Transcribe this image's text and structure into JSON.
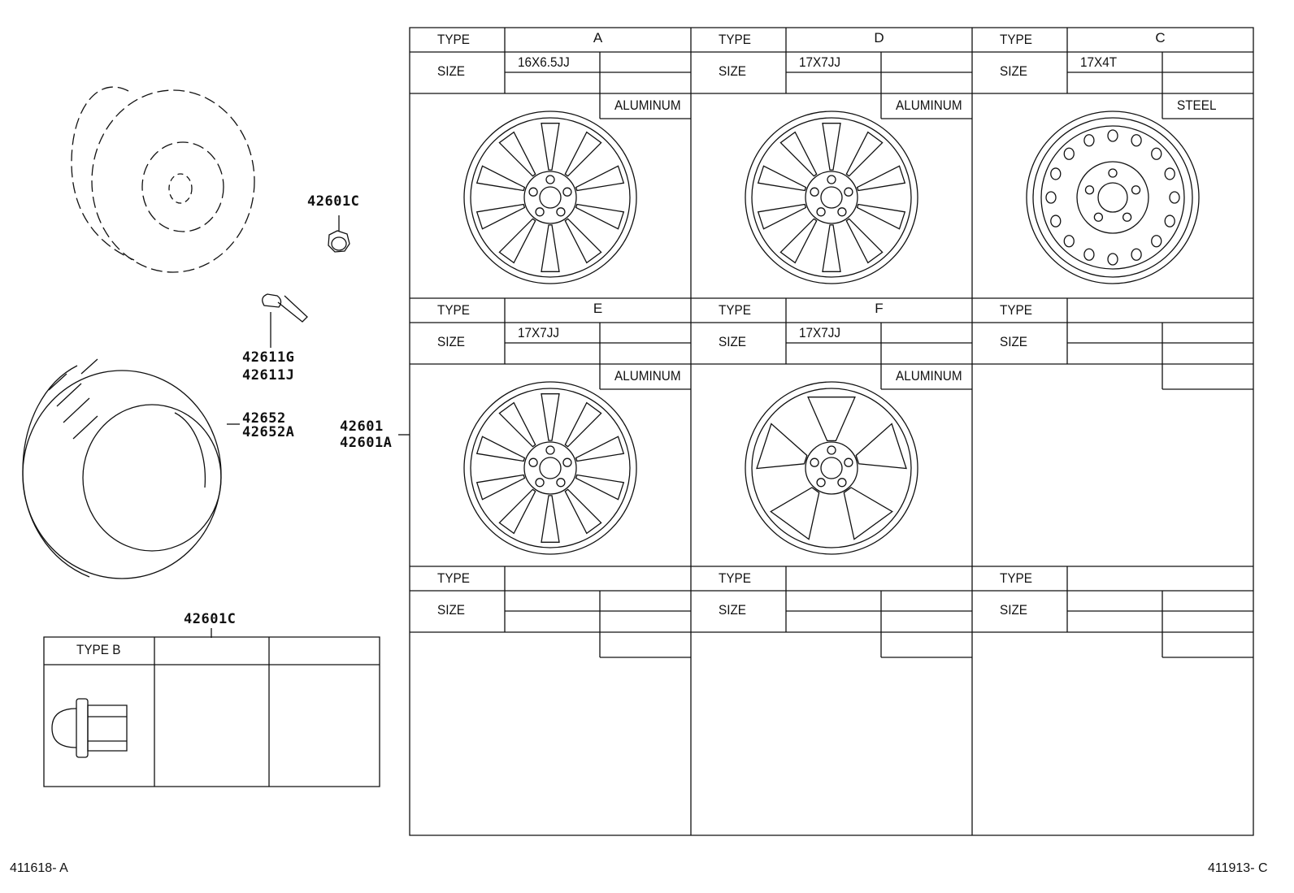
{
  "parts": {
    "nut_top": "42601C",
    "valve": [
      "42611G",
      "42611J"
    ],
    "tire": [
      "42652",
      "42652A"
    ],
    "wheel": [
      "42601",
      "42601A"
    ],
    "nut_table": "42601C"
  },
  "nut_table": {
    "type_label": "TYPE B"
  },
  "wheel_table": {
    "type_header": "TYPE",
    "size_header": "SIZE",
    "cells": [
      {
        "type": "A",
        "size": "16X6.5JJ",
        "material": "ALUMINUM",
        "icon": "alloy-wheel-icon"
      },
      {
        "type": "D",
        "size": "17X7JJ",
        "material": "ALUMINUM",
        "icon": "alloy-wheel-icon"
      },
      {
        "type": "C",
        "size": "17X4T",
        "material": "STEEL",
        "icon": "steel-wheel-icon"
      },
      {
        "type": "E",
        "size": "17X7JJ",
        "material": "ALUMINUM",
        "icon": "alloy-wheel-icon"
      },
      {
        "type": "F",
        "size": "17X7JJ",
        "material": "ALUMINUM",
        "icon": "alloy-wheel-icon"
      },
      {
        "type": "",
        "size": "",
        "material": ""
      },
      {
        "type": "",
        "size": "",
        "material": ""
      },
      {
        "type": "",
        "size": "",
        "material": ""
      },
      {
        "type": "",
        "size": "",
        "material": ""
      }
    ]
  },
  "footer": {
    "left": "411618- A",
    "right": "411913- C"
  }
}
